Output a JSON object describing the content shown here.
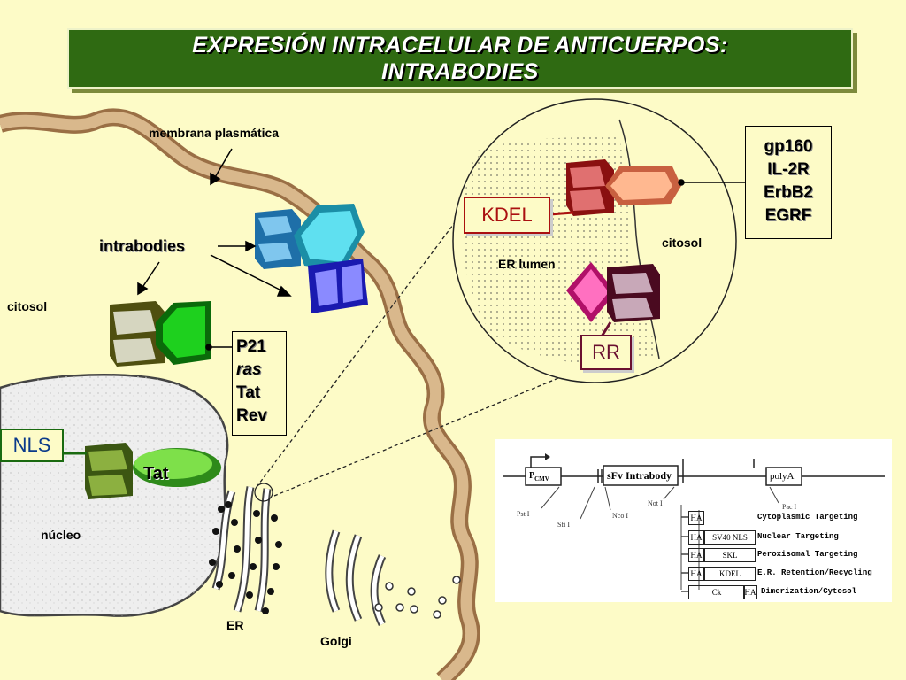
{
  "title": {
    "line1": "EXPRESIÓN INTRACELULAR DE ANTICUERPOS:",
    "line2": "INTRABODIES"
  },
  "labels": {
    "membrane": "membrana plasmática",
    "intrabodies": "intrabodies",
    "cytosol_left": "citosol",
    "cytosol_right": "citosol",
    "nucleus": "núcleo",
    "er": "ER",
    "golgi": "Golgi",
    "er_lumen": "ER lumen",
    "tat": "Tat"
  },
  "tags": {
    "nls": "NLS",
    "kdel": "KDEL",
    "rr": "RR"
  },
  "targets_membrane": [
    "gp160",
    "IL-2R",
    "ErbB2",
    "EGRF"
  ],
  "targets_cytosol": [
    "P21",
    "ras",
    "Tat",
    "Rev"
  ],
  "construct": {
    "promoter": "P",
    "promoter_sub": "CMV",
    "scfv": "sFv Intrabody",
    "polya": "polyA",
    "sites": [
      "Pst I",
      "Sfi I",
      "Nco I",
      "Not I",
      "Pac I"
    ],
    "rows": [
      {
        "tags": [
          "HA"
        ],
        "desc": "Cytoplasmic   Targeting"
      },
      {
        "tags": [
          "HA",
          "SV40 NLS"
        ],
        "desc": "Nuclear   Targeting"
      },
      {
        "tags": [
          "HA",
          "SKL"
        ],
        "desc": "Peroxisomal  Targeting"
      },
      {
        "tags": [
          "HA",
          "KDEL"
        ],
        "desc": "E.R.  Retention/Recycling"
      },
      {
        "tags": [
          "Ck",
          "HA"
        ],
        "desc": "Dimerization/Cytosol"
      }
    ]
  },
  "colors": {
    "title_bg": "#2f6a12",
    "background": "#fdfbc7",
    "membrane": "#d2a878"
  }
}
